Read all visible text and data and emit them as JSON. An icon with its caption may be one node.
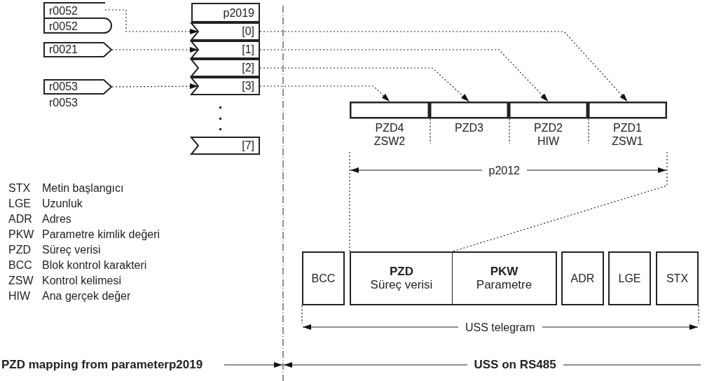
{
  "diagram": {
    "nodes": [
      {
        "text": [
          "r0052"
        ]
      },
      {
        "text": [
          "r0052"
        ]
      },
      {
        "text": [
          "r0021"
        ]
      },
      {
        "text": [
          "r0053"
        ],
        "beside": [
          "r0053"
        ]
      },
      {
        "text": [
          "p2019"
        ]
      },
      {
        "text": [
          "[0]"
        ]
      },
      {
        "text": [
          "[1]"
        ]
      },
      {
        "text": [
          "[2]"
        ]
      },
      {
        "text": [
          "[3]"
        ]
      },
      {
        "text": [
          "[7]"
        ]
      },
      {
        "text": [
          "PZD4 ZSW2"
        ]
      },
      {
        "text": [
          "PZD3"
        ]
      },
      {
        "text": [
          "PZD2 HIW"
        ]
      },
      {
        "text": [
          "PZD1 ZSW1"
        ]
      },
      {
        "text": [
          "BCC"
        ]
      },
      {
        "text": [
          "PZD",
          "Süreç verisi"
        ]
      },
      {
        "text": [
          "PKW",
          "Parametre"
        ]
      },
      {
        "text": [
          "ADR"
        ]
      },
      {
        "text": [
          "LGE"
        ]
      },
      {
        "text": [
          "STX"
        ]
      }
    ],
    "edges": [
      {
        "from": 0,
        "to": 5,
        "arrow": "to",
        "style": "dashed"
      },
      {
        "from": 2,
        "to": 6,
        "arrow": "to",
        "style": "dashed"
      },
      {
        "from": 3,
        "to": 8,
        "arrow": "to",
        "style": "dashed"
      },
      {
        "from": 5,
        "to": 13,
        "arrow": "to",
        "style": "dashed"
      },
      {
        "from": 6,
        "to": 12,
        "arrow": "to",
        "style": "dashed"
      },
      {
        "from": 7,
        "to": 11,
        "arrow": "to",
        "style": "dashed"
      },
      {
        "from": 8,
        "to": 10,
        "arrow": "to",
        "style": "dashed"
      },
      {
        "from": 10,
        "to": 15,
        "arrow": "none",
        "style": "dashed"
      },
      {
        "from": 13,
        "to": 15,
        "arrow": "none",
        "style": "dashed"
      }
    ],
    "labels": [
      "p2012",
      "STX",
      "Metin başlangıcı",
      "LGE",
      "Uzunluk",
      "ADR",
      "Adres",
      "PKW",
      "Parametre kimlik değeri",
      "PZD",
      "Süreç verisi",
      "BCC",
      "Blok kontrol karakteri",
      "ZSW",
      "Kontrol kelimesi",
      "HIW",
      "Ana gerçek değer",
      "USS telegram",
      "PZD mapping from parameterp2019",
      "USS on RS485"
    ]
  }
}
